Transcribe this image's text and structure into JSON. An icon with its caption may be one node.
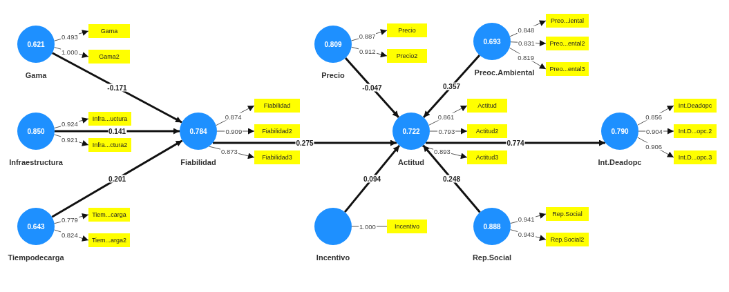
{
  "diagram": {
    "nodes": [
      {
        "text": [
          "0.621"
        ],
        "beside": [
          "Gama"
        ]
      },
      {
        "text": [
          "Gama"
        ]
      },
      {
        "text": [
          "Gama2"
        ]
      },
      {
        "text": [
          "0.850"
        ],
        "beside": [
          "Infraestructura"
        ]
      },
      {
        "text": [
          "Infra...uctura"
        ]
      },
      {
        "text": [
          "Infra...ctura2"
        ]
      },
      {
        "text": [
          "0.643"
        ],
        "beside": [
          "Tiempodecarga"
        ]
      },
      {
        "text": [
          "Tiem...carga"
        ]
      },
      {
        "text": [
          "Tiem...arga2"
        ]
      },
      {
        "text": [
          "0.784"
        ],
        "beside": [
          "Fiabilidad"
        ]
      },
      {
        "text": [
          "Fiabilidad"
        ]
      },
      {
        "text": [
          "Fiabilidad2"
        ]
      },
      {
        "text": [
          "Fiabilidad3"
        ]
      },
      {
        "text": [
          "0.809"
        ],
        "beside": [
          "Precio"
        ]
      },
      {
        "text": [
          "Precio"
        ]
      },
      {
        "text": [
          "Precio2"
        ]
      },
      {
        "text": [
          "0.693"
        ],
        "beside": [
          "Preoc.Ambiental"
        ]
      },
      {
        "text": [
          "Preo...iental"
        ]
      },
      {
        "text": [
          "Preo...ental2"
        ]
      },
      {
        "text": [
          "Preo...ental3"
        ]
      },
      {
        "text": [
          "0.722"
        ],
        "beside": [
          "Actitud"
        ]
      },
      {
        "text": [
          "Actitud"
        ]
      },
      {
        "text": [
          "Actitud2"
        ]
      },
      {
        "text": [
          "Actitud3"
        ]
      },
      {
        "text": [],
        "shape": "circle",
        "beside": [
          "Incentivo"
        ]
      },
      {
        "text": [
          "Incentivo"
        ]
      },
      {
        "text": [
          "0.888"
        ],
        "beside": [
          "Rep.Social"
        ]
      },
      {
        "text": [
          "Rep.Social"
        ]
      },
      {
        "text": [
          "Rep.Social2"
        ]
      },
      {
        "text": [
          "0.790"
        ],
        "beside": [
          "Int.Deadopc"
        ]
      },
      {
        "text": [
          "Int.Deadopc"
        ]
      },
      {
        "text": [
          "Int.D...opc.2"
        ]
      },
      {
        "text": [
          "Int.D...opc.3"
        ]
      }
    ],
    "edges": [
      {
        "from": 0,
        "to": 1,
        "arrow": "to",
        "label": "0.493"
      },
      {
        "from": 0,
        "to": 2,
        "arrow": "to",
        "label": "1.000"
      },
      {
        "from": 3,
        "to": 4,
        "arrow": "to",
        "label": "0.924"
      },
      {
        "from": 3,
        "to": 5,
        "arrow": "to",
        "label": "0.921"
      },
      {
        "from": 6,
        "to": 7,
        "arrow": "to",
        "label": "0.779"
      },
      {
        "from": 6,
        "to": 8,
        "arrow": "to",
        "label": "0.824"
      },
      {
        "from": 9,
        "to": 10,
        "arrow": "to",
        "label": "0.874"
      },
      {
        "from": 9,
        "to": 11,
        "arrow": "to",
        "label": "0.909"
      },
      {
        "from": 9,
        "to": 12,
        "arrow": "to",
        "label": "0.873"
      },
      {
        "from": 13,
        "to": 14,
        "arrow": "to",
        "label": "0.887"
      },
      {
        "from": 13,
        "to": 15,
        "arrow": "to",
        "label": "0.912"
      },
      {
        "from": 16,
        "to": 17,
        "arrow": "to",
        "label": "0.848"
      },
      {
        "from": 16,
        "to": 18,
        "arrow": "to",
        "label": "0.831"
      },
      {
        "from": 16,
        "to": 19,
        "arrow": "to",
        "label": "0.819"
      },
      {
        "from": 20,
        "to": 21,
        "arrow": "to",
        "label": "0.861"
      },
      {
        "from": 20,
        "to": 22,
        "arrow": "to",
        "label": "0.793"
      },
      {
        "from": 20,
        "to": 23,
        "arrow": "to",
        "label": "0.893"
      },
      {
        "from": 24,
        "to": 25,
        "arrow": "none",
        "label": "1.000"
      },
      {
        "from": 26,
        "to": 27,
        "arrow": "to",
        "label": "0.941"
      },
      {
        "from": 26,
        "to": 28,
        "arrow": "to",
        "label": "0.943"
      },
      {
        "from": 29,
        "to": 30,
        "arrow": "to",
        "label": "0.856"
      },
      {
        "from": 29,
        "to": 31,
        "arrow": "to",
        "label": "0.904"
      },
      {
        "from": 29,
        "to": 32,
        "arrow": "to",
        "label": "0.906"
      },
      {
        "from": 0,
        "to": 9,
        "arrow": "to",
        "label": "-0.171",
        "style": "thick"
      },
      {
        "from": 3,
        "to": 9,
        "arrow": "to",
        "label": "0.141",
        "style": "thick"
      },
      {
        "from": 6,
        "to": 9,
        "arrow": "to",
        "label": "0.201",
        "style": "thick"
      },
      {
        "from": 9,
        "to": 20,
        "arrow": "to",
        "label": "0.275",
        "style": "thick"
      },
      {
        "from": 13,
        "to": 20,
        "arrow": "to",
        "label": "-0.047",
        "style": "thick"
      },
      {
        "from": 16,
        "to": 20,
        "arrow": "to",
        "label": "0.357",
        "style": "thick"
      },
      {
        "from": 24,
        "to": 20,
        "arrow": "to",
        "label": "0.094",
        "style": "thick"
      },
      {
        "from": 26,
        "to": 20,
        "arrow": "to",
        "label": "0.248",
        "style": "thick"
      },
      {
        "from": 20,
        "to": 29,
        "arrow": "to",
        "label": "0.774",
        "style": "thick"
      }
    ]
  }
}
